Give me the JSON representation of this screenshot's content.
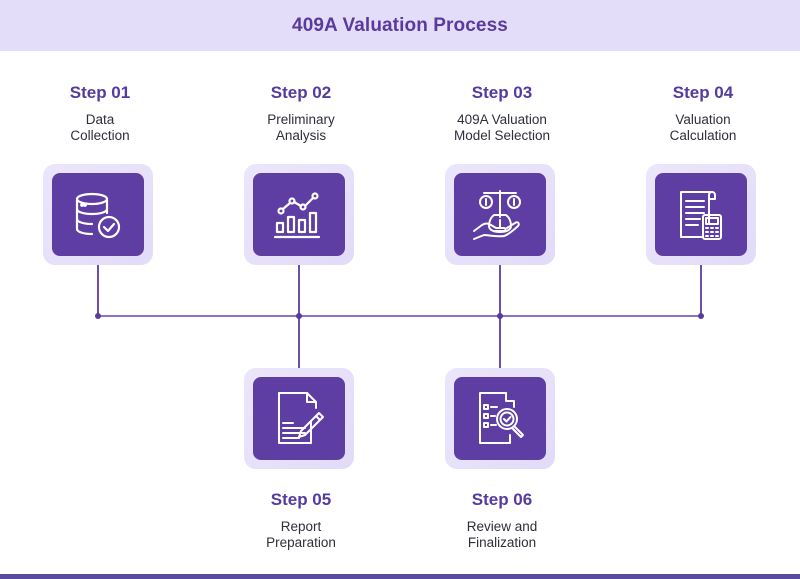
{
  "header": {
    "title": "409A Valuation Process"
  },
  "steps": [
    {
      "label": "Step 01",
      "desc_line1": "Data",
      "desc_line2": "Collection",
      "icon": "database-check-icon"
    },
    {
      "label": "Step 02",
      "desc_line1": "Preliminary",
      "desc_line2": "Analysis",
      "icon": "bar-chart-trend-icon"
    },
    {
      "label": "Step 03",
      "desc_line1": "409A Valuation",
      "desc_line2": "Model Selection",
      "icon": "hand-money-scale-icon"
    },
    {
      "label": "Step 04",
      "desc_line1": "Valuation",
      "desc_line2": "Calculation",
      "icon": "document-calculator-icon"
    },
    {
      "label": "Step 05",
      "desc_line1": "Report",
      "desc_line2": "Preparation",
      "icon": "document-pen-icon"
    },
    {
      "label": "Step 06",
      "desc_line1": "Review and",
      "desc_line2": "Finalization",
      "icon": "checklist-magnifier-icon"
    }
  ],
  "colors": {
    "header_bg": "#e4ddfa",
    "accent": "#5a3b9c",
    "tile_outer": "#e8e2fa",
    "tile_inner": "#5f3ea3",
    "connector": "#6b4fb0"
  }
}
